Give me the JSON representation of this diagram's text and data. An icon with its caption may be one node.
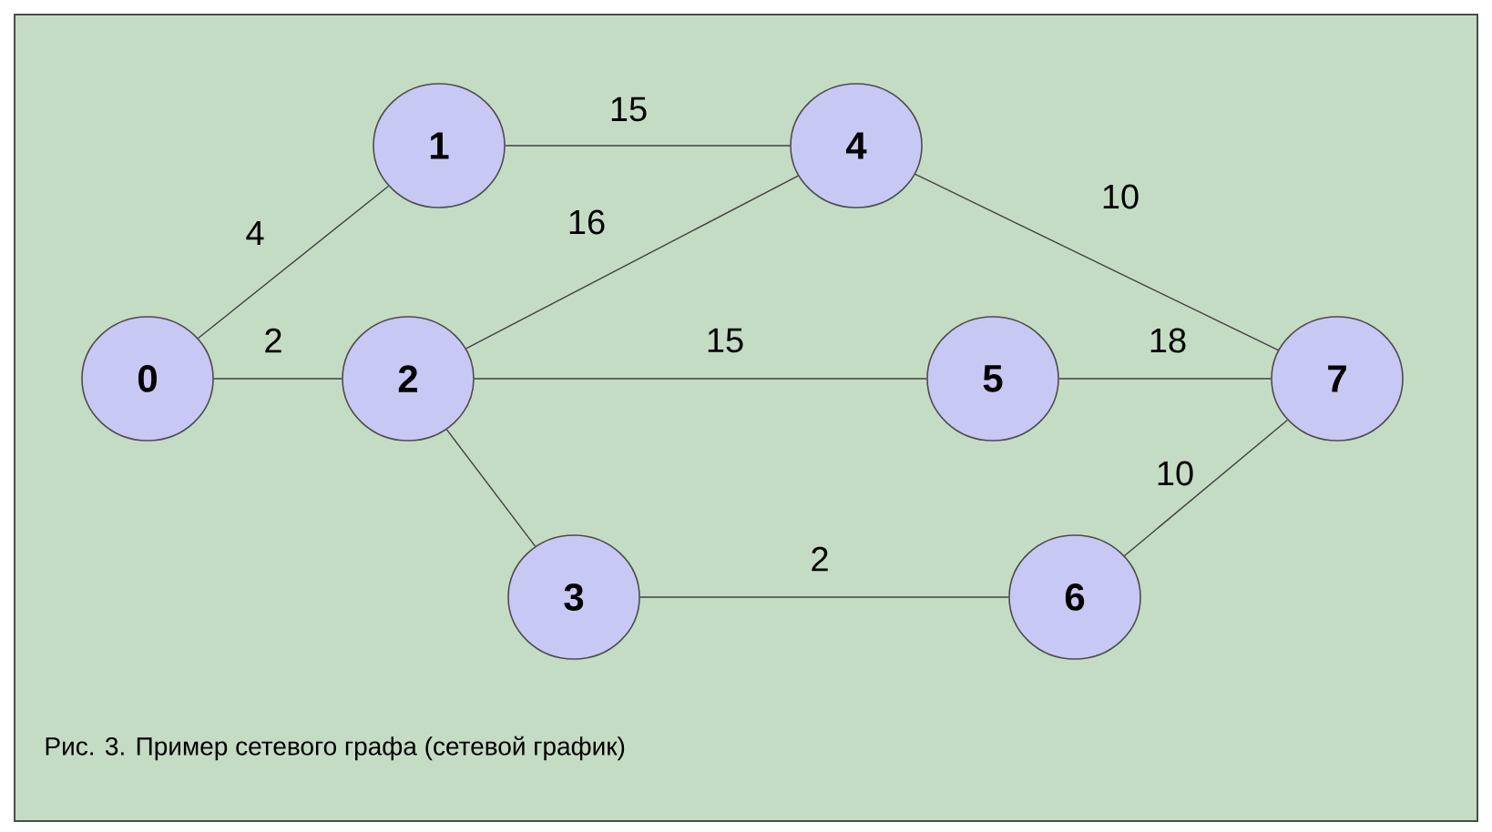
{
  "diagram": {
    "caption": "Рис. 3. Пример сетевого графа (сетевой график)",
    "nodes": [
      {
        "text": [
          "0"
        ]
      },
      {
        "text": [
          "1"
        ]
      },
      {
        "text": [
          "2"
        ]
      },
      {
        "text": [
          "3"
        ]
      },
      {
        "text": [
          "4"
        ]
      },
      {
        "text": [
          "5"
        ]
      },
      {
        "text": [
          "6"
        ]
      },
      {
        "text": [
          "7"
        ]
      }
    ],
    "edges": [
      {
        "from": 0,
        "to": 1,
        "arrow": "none",
        "label": "4"
      },
      {
        "from": 0,
        "to": 2,
        "arrow": "none",
        "label": "2"
      },
      {
        "from": 1,
        "to": 4,
        "arrow": "none",
        "label": "15"
      },
      {
        "from": 2,
        "to": 4,
        "arrow": "none",
        "label": "16"
      },
      {
        "from": 2,
        "to": 5,
        "arrow": "none",
        "label": "15"
      },
      {
        "from": 2,
        "to": 3,
        "arrow": "none"
      },
      {
        "from": 4,
        "to": 7,
        "arrow": "none",
        "label": "10"
      },
      {
        "from": 5,
        "to": 7,
        "arrow": "none",
        "label": "18"
      },
      {
        "from": 3,
        "to": 6,
        "arrow": "none",
        "label": "2"
      },
      {
        "from": 6,
        "to": 7,
        "arrow": "none",
        "label": "10"
      }
    ]
  }
}
